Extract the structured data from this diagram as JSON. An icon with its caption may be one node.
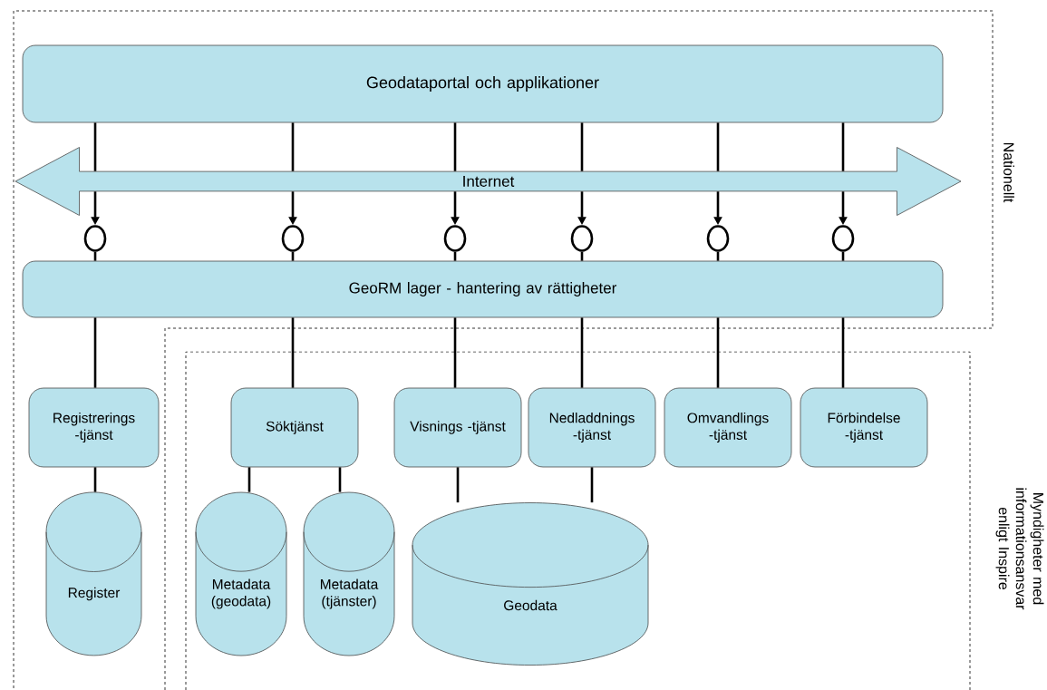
{
  "diagram": {
    "nodes": [
      {
        "text": [
          "Geodataportal och applikationer"
        ]
      },
      {
        "text": [
          "Internet"
        ]
      },
      {
        "text": [],
        "shape": "circle"
      },
      {
        "text": [],
        "shape": "circle"
      },
      {
        "text": [],
        "shape": "circle"
      },
      {
        "text": [],
        "shape": "circle"
      },
      {
        "text": [],
        "shape": "circle"
      },
      {
        "text": [],
        "shape": "circle"
      },
      {
        "text": [
          "GeoRM lager - hantering av rättigheter"
        ]
      },
      {
        "text": [
          "Registrerings -tjänst"
        ]
      },
      {
        "text": [
          "Söktjänst"
        ]
      },
      {
        "text": [
          "Visnings -tjänst"
        ]
      },
      {
        "text": [
          "Nedladdnings -tjänst"
        ]
      },
      {
        "text": [
          "Omvandlings -tjänst"
        ]
      },
      {
        "text": [
          "Förbindelse -tjänst"
        ]
      },
      {
        "text": [
          "Register"
        ]
      },
      {
        "text": [
          "Metadata (geodata)"
        ]
      },
      {
        "text": [
          "Metadata (tjänster)"
        ]
      },
      {
        "text": [
          "Geodata"
        ]
      }
    ],
    "edges": [
      {
        "from": 0,
        "to": 1,
        "arrow": "none"
      },
      {
        "from": 0,
        "to": 1,
        "arrow": "none"
      },
      {
        "from": 0,
        "to": 1,
        "arrow": "none"
      },
      {
        "from": 0,
        "to": 1,
        "arrow": "none"
      },
      {
        "from": 0,
        "to": 1,
        "arrow": "none"
      },
      {
        "from": 0,
        "to": 1,
        "arrow": "none"
      },
      {
        "from": 1,
        "to": 2,
        "arrow": "to"
      },
      {
        "from": 1,
        "to": 3,
        "arrow": "to"
      },
      {
        "from": 1,
        "to": 4,
        "arrow": "to"
      },
      {
        "from": 1,
        "to": 5,
        "arrow": "to"
      },
      {
        "from": 1,
        "to": 6,
        "arrow": "to"
      },
      {
        "from": 1,
        "to": 7,
        "arrow": "to"
      },
      {
        "from": 2,
        "to": 8,
        "arrow": "none"
      },
      {
        "from": 3,
        "to": 8,
        "arrow": "none"
      },
      {
        "from": 4,
        "to": 8,
        "arrow": "none"
      },
      {
        "from": 5,
        "to": 8,
        "arrow": "none"
      },
      {
        "from": 6,
        "to": 8,
        "arrow": "none"
      },
      {
        "from": 7,
        "to": 8,
        "arrow": "none"
      },
      {
        "from": 8,
        "to": 9,
        "arrow": "none"
      },
      {
        "from": 8,
        "to": 10,
        "arrow": "none"
      },
      {
        "from": 8,
        "to": 11,
        "arrow": "none"
      },
      {
        "from": 8,
        "to": 12,
        "arrow": "none"
      },
      {
        "from": 8,
        "to": 13,
        "arrow": "none"
      },
      {
        "from": 8,
        "to": 14,
        "arrow": "none"
      },
      {
        "from": 9,
        "to": 15,
        "arrow": "none"
      },
      {
        "from": 10,
        "to": 16,
        "arrow": "none"
      },
      {
        "from": 10,
        "to": 17,
        "arrow": "none"
      },
      {
        "from": 11,
        "to": 18,
        "arrow": "none"
      },
      {
        "from": 12,
        "to": 18,
        "arrow": "none"
      }
    ],
    "labels": [
      "Nationellt",
      "Myndigheter med informationsansvar enligt Inspire"
    ]
  }
}
